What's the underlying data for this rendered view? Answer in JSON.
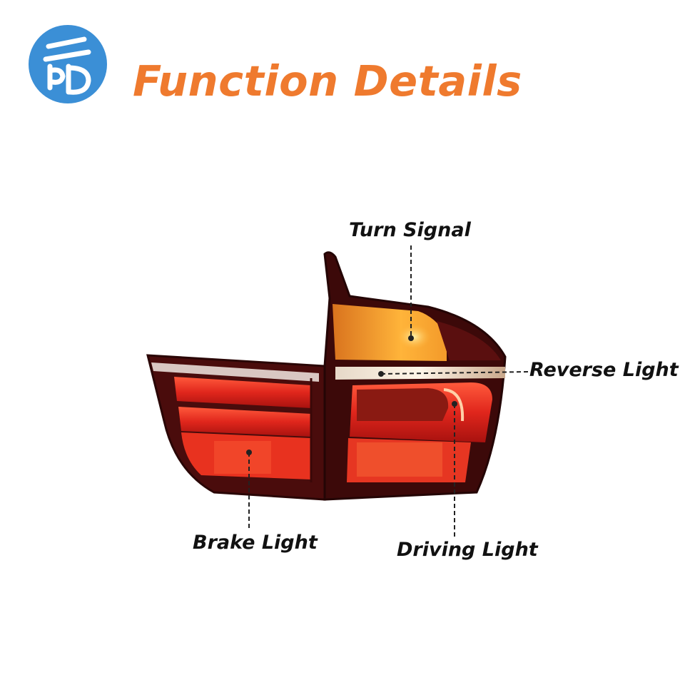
{
  "header": {
    "title": "Function Details",
    "logo_icon": "brand-logo-icon",
    "title_color": "#ef7a2e",
    "logo_color": "#3b8fd6"
  },
  "callouts": {
    "turn_signal": "Turn Signal",
    "reverse_light": "Reverse Light",
    "brake_light": "Brake Light",
    "driving_light": "Driving Light"
  }
}
